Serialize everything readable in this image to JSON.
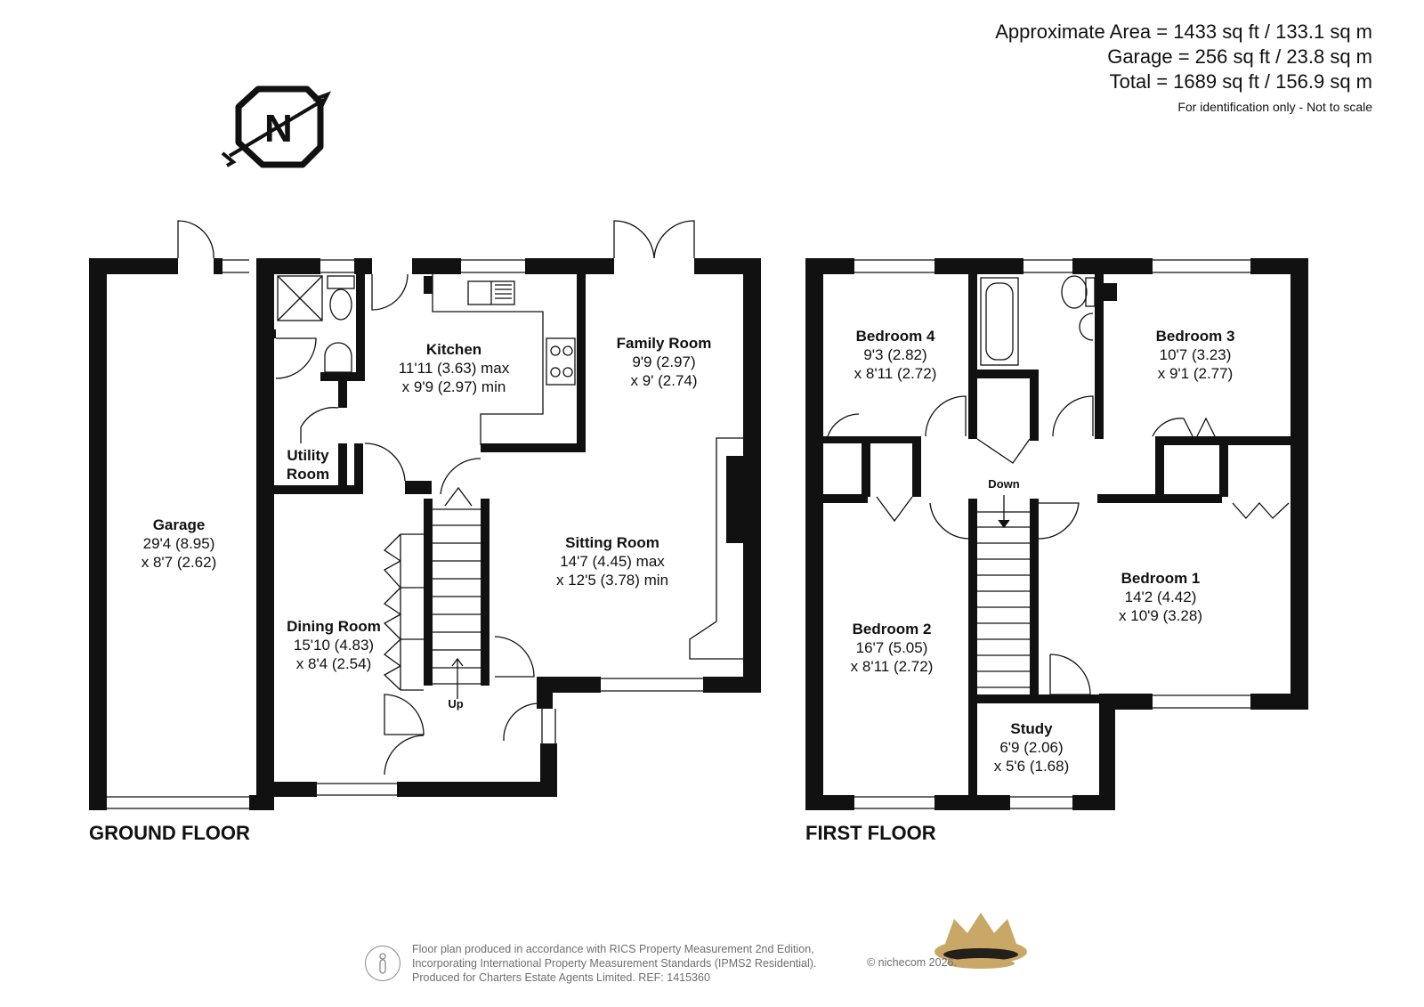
{
  "areas": {
    "approximate": "Approximate Area = 1433 sq ft / 133.1 sq m",
    "garage": "Garage = 256 sq ft / 23.8 sq m",
    "total": "Total = 1689 sq ft / 156.9 sq m",
    "note": "For identification only - Not to scale"
  },
  "compass": {
    "letter": "N"
  },
  "floors": {
    "ground": {
      "label": "GROUND FLOOR",
      "rooms": {
        "garage": {
          "name": "Garage",
          "dim1": "29'4 (8.95)",
          "dim2": "x 8'7 (2.62)"
        },
        "kitchen": {
          "name": "Kitchen",
          "dim1": "11'11 (3.63) max",
          "dim2": "x 9'9 (2.97) min"
        },
        "family": {
          "name": "Family Room",
          "dim1": "9'9 (2.97)",
          "dim2": "x 9' (2.74)"
        },
        "utility": {
          "name1": "Utility",
          "name2": "Room"
        },
        "sitting": {
          "name": "Sitting Room",
          "dim1": "14'7 (4.45) max",
          "dim2": "x 12'5 (3.78) min"
        },
        "dining": {
          "name": "Dining Room",
          "dim1": "15'10 (4.83)",
          "dim2": "x 8'4 (2.54)"
        }
      },
      "stairs_label": "Up"
    },
    "first": {
      "label": "FIRST FLOOR",
      "rooms": {
        "bed4": {
          "name": "Bedroom 4",
          "dim1": "9'3 (2.82)",
          "dim2": "x 8'11 (2.72)"
        },
        "bed3": {
          "name": "Bedroom 3",
          "dim1": "10'7 (3.23)",
          "dim2": "x 9'1 (2.77)"
        },
        "bed1": {
          "name": "Bedroom 1",
          "dim1": "14'2 (4.42)",
          "dim2": "x 10'9 (3.28)"
        },
        "bed2": {
          "name": "Bedroom 2",
          "dim1": "16'7 (5.05)",
          "dim2": "x 8'11 (2.72)"
        },
        "study": {
          "name": "Study",
          "dim1": "6'9 (2.06)",
          "dim2": "x 5'6 (1.68)"
        }
      },
      "stairs_label": "Down"
    }
  },
  "footer": {
    "line1": "Floor plan produced in accordance with RICS Property Measurement 2nd Edition,",
    "line2": "Incorporating International Property Measurement Standards (IPMS2 Residential).",
    "line3": "Produced for Charters Estate Agents Limited.   REF: 1415360",
    "copyright": "© nichecom 2026."
  },
  "colors": {
    "wall": "#111111",
    "crown": "#c9a867",
    "crown_dark": "#231f1a",
    "footer_text": "#6f6f6f"
  }
}
